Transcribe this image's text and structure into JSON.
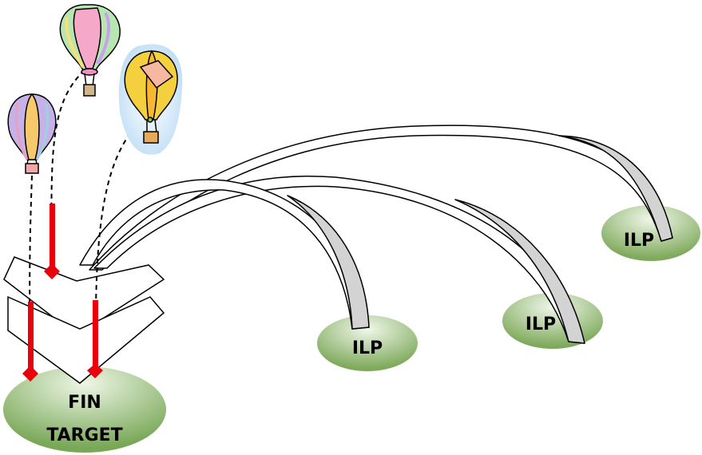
{
  "target": {
    "label_line1": "FIN",
    "label_line2": "TARGET"
  },
  "ilp_nodes": [
    {
      "id": "ilp-1",
      "label": "ILP"
    },
    {
      "id": "ilp-2",
      "label": "ILP"
    },
    {
      "id": "ilp-3",
      "label": "ILP"
    }
  ],
  "colors": {
    "node_fill_light": "#f0f7ea",
    "node_fill_dark": "#7faa5c",
    "arc_fill": "#d3d3d3",
    "red_arrow": "#e8000b",
    "outline": "#000000"
  },
  "balloons": [
    {
      "name": "pink-green-balloon-icon"
    },
    {
      "name": "pastel-balloon-icon"
    },
    {
      "name": "yellow-balloon-icon"
    }
  ]
}
